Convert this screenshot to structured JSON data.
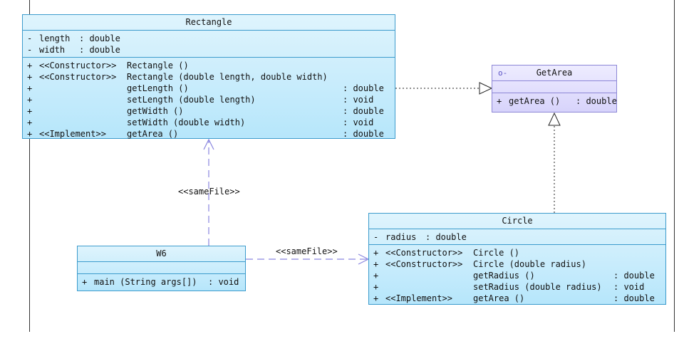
{
  "diagram": {
    "rectangle": {
      "name": "Rectangle",
      "attributes": [
        {
          "vis": "-",
          "name": "length",
          "type": ": double"
        },
        {
          "vis": "-",
          "name": "width",
          "type": ": double"
        }
      ],
      "operations": [
        {
          "vis": "+",
          "stereo": "<<Constructor>>",
          "sig": "Rectangle ()",
          "ret": ""
        },
        {
          "vis": "+",
          "stereo": "<<Constructor>>",
          "sig": "Rectangle (double length, double width)",
          "ret": ""
        },
        {
          "vis": "+",
          "stereo": "",
          "sig": "getLength ()",
          "ret": ": double"
        },
        {
          "vis": "+",
          "stereo": "",
          "sig": "setLength (double length)",
          "ret": ": void"
        },
        {
          "vis": "+",
          "stereo": "",
          "sig": "getWidth ()",
          "ret": ": double"
        },
        {
          "vis": "+",
          "stereo": "",
          "sig": "setWidth (double width)",
          "ret": ": void"
        },
        {
          "vis": "+",
          "stereo": "<<Implement>>",
          "sig": "getArea ()",
          "ret": ": double"
        }
      ]
    },
    "getarea": {
      "name": "GetArea",
      "marker": "o-",
      "operations": [
        {
          "vis": "+",
          "sig": "getArea ()",
          "ret": ": double"
        }
      ]
    },
    "circle": {
      "name": "Circle",
      "attributes": [
        {
          "vis": "-",
          "name": "radius",
          "type": ": double"
        }
      ],
      "operations": [
        {
          "vis": "+",
          "stereo": "<<Constructor>>",
          "sig": "Circle ()",
          "ret": ""
        },
        {
          "vis": "+",
          "stereo": "<<Constructor>>",
          "sig": "Circle (double radius)",
          "ret": ""
        },
        {
          "vis": "+",
          "stereo": "",
          "sig": "getRadius ()",
          "ret": ": double"
        },
        {
          "vis": "+",
          "stereo": "",
          "sig": "setRadius (double radius)",
          "ret": ": void"
        },
        {
          "vis": "+",
          "stereo": "<<Implement>>",
          "sig": "getArea ()",
          "ret": ": double"
        }
      ]
    },
    "w6": {
      "name": "W6",
      "operations": [
        {
          "vis": "+",
          "sig": "main (String args[])",
          "ret": ": void"
        }
      ]
    },
    "edges": {
      "w6_rectangle_label": "<<sameFile>>",
      "w6_circle_label": "<<sameFile>>"
    },
    "colors": {
      "class_border": "#3c9bcc",
      "interface_border": "#8c86d6",
      "dependency_line": "#8a86e0",
      "realization_line": "#222222"
    }
  }
}
